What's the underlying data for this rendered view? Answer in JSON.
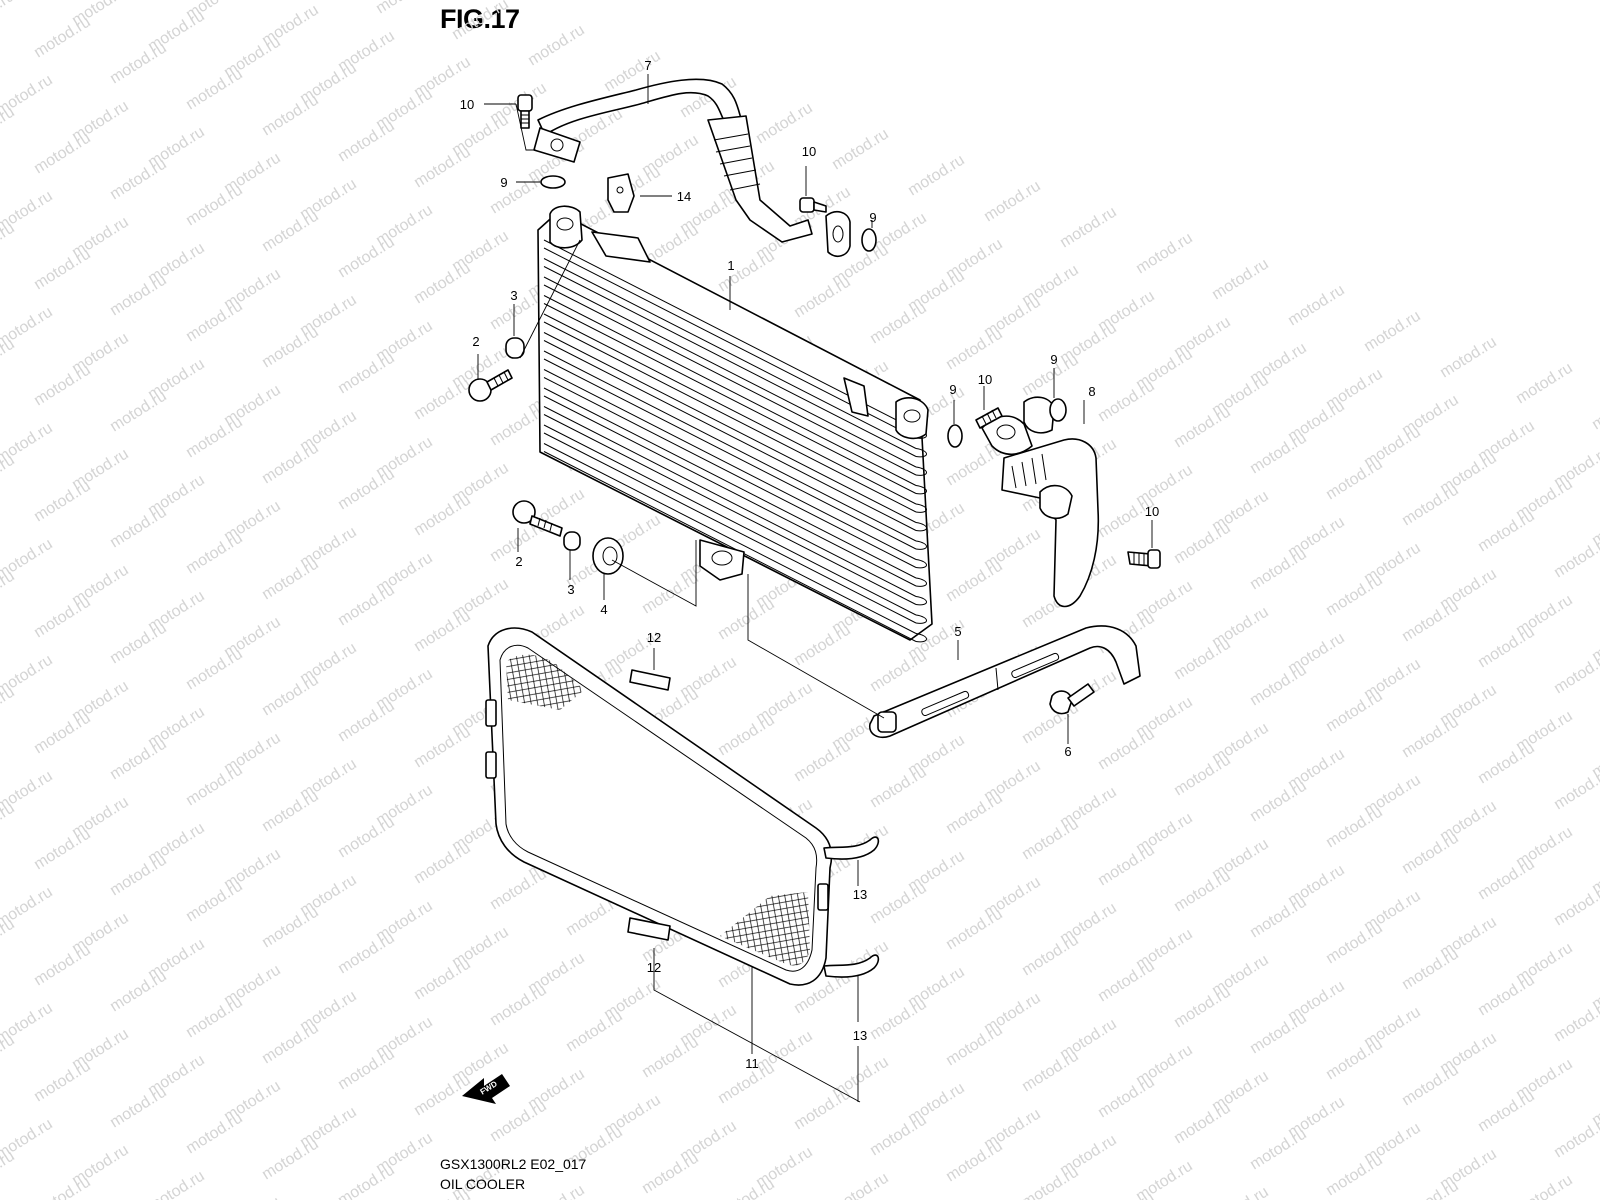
{
  "figure": {
    "title": "FIG.17",
    "code": "GSX1300RL2 E02_017",
    "name": "OIL COOLER",
    "fwd_label": "FWD"
  },
  "watermark": {
    "text": "motod.ru",
    "color": "#d4d4d4"
  },
  "callouts": [
    {
      "id": "c7",
      "text": "7"
    },
    {
      "id": "c10a",
      "text": "10"
    },
    {
      "id": "c9a",
      "text": "9"
    },
    {
      "id": "c14",
      "text": "14"
    },
    {
      "id": "c10b",
      "text": "10"
    },
    {
      "id": "c9b",
      "text": "9"
    },
    {
      "id": "c1",
      "text": "1"
    },
    {
      "id": "c3a",
      "text": "3"
    },
    {
      "id": "c2a",
      "text": "2"
    },
    {
      "id": "c9c",
      "text": "9"
    },
    {
      "id": "c10c",
      "text": "10"
    },
    {
      "id": "c9d",
      "text": "9"
    },
    {
      "id": "c8",
      "text": "8"
    },
    {
      "id": "c10d",
      "text": "10"
    },
    {
      "id": "c2b",
      "text": "2"
    },
    {
      "id": "c3b",
      "text": "3"
    },
    {
      "id": "c4",
      "text": "4"
    },
    {
      "id": "c12a",
      "text": "12"
    },
    {
      "id": "c5",
      "text": "5"
    },
    {
      "id": "c6",
      "text": "6"
    },
    {
      "id": "c13a",
      "text": "13"
    },
    {
      "id": "c12b",
      "text": "12"
    },
    {
      "id": "c13b",
      "text": "13"
    },
    {
      "id": "c11",
      "text": "11"
    }
  ]
}
